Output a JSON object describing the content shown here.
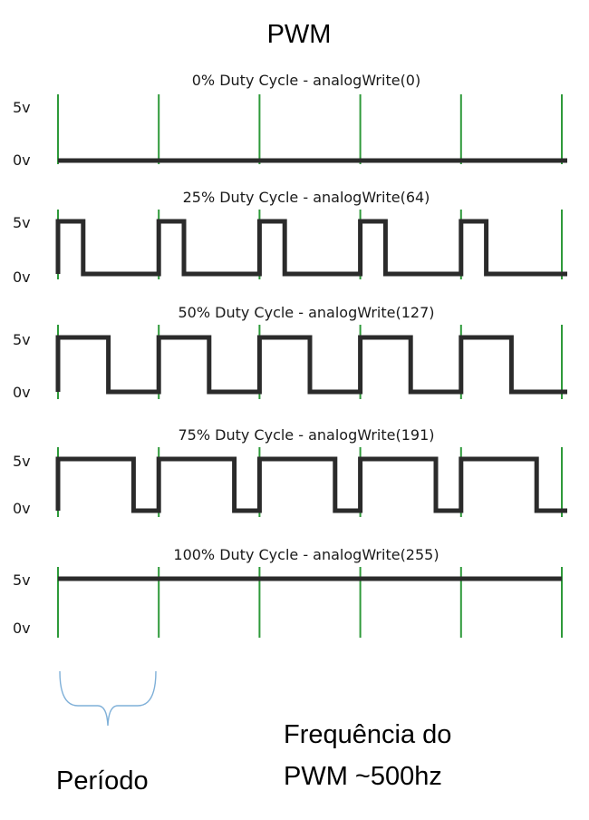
{
  "title": "PWM",
  "panels": [
    {
      "label": "0% Duty Cycle - analogWrite(0)",
      "duty": 0.0,
      "high_label": "5v",
      "low_label": "0v"
    },
    {
      "label": "25% Duty Cycle - analogWrite(64)",
      "duty": 0.25,
      "high_label": "5v",
      "low_label": "0v"
    },
    {
      "label": "50% Duty Cycle - analogWrite(127)",
      "duty": 0.5,
      "high_label": "5v",
      "low_label": "0v"
    },
    {
      "label": "75% Duty Cycle - analogWrite(191)",
      "duty": 0.75,
      "high_label": "5v",
      "low_label": "0v"
    },
    {
      "label": "100% Duty Cycle - analogWrite(255)",
      "duty": 1.0,
      "high_label": "5v",
      "low_label": "0v"
    }
  ],
  "periods_shown": 5,
  "period_label": "Período",
  "frequency_label_line1": "Frequência do",
  "frequency_label_line2": "PWM ~500hz",
  "colors": {
    "tick": "#2e9a3a",
    "wave": "#2b2b2b",
    "brace": "#7fb0d8"
  }
}
